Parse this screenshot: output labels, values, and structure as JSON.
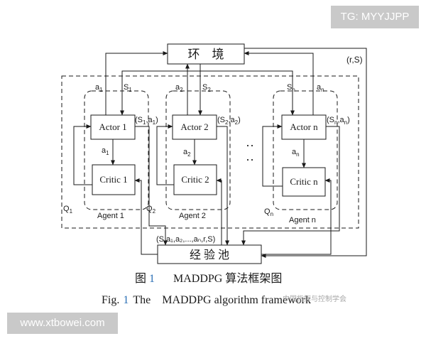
{
  "environment": "环　境",
  "pool": "经 验 池",
  "outer_label": "(r,S)",
  "agents": [
    {
      "actor": "Actor 1",
      "critic": "Critic 1",
      "a_top": "a",
      "a_top_sub": "1",
      "s_top": "S",
      "s_top_sub": "1",
      "pair_a": "(S",
      "pair_s_sub": "1",
      "pair_mid": ",a",
      "pair_a_sub": "1",
      "pair_end": ")",
      "a_mid": "a",
      "a_mid_sub": "1",
      "q": "Q",
      "q_sub": "1",
      "agent": "Agent 1"
    },
    {
      "actor": "Actor 2",
      "critic": "Critic 2",
      "a_top": "a",
      "a_top_sub": "2",
      "s_top": "S",
      "s_top_sub": "2",
      "pair_a": "(S",
      "pair_s_sub": "2",
      "pair_mid": ",a",
      "pair_a_sub": "2",
      "pair_end": ")",
      "a_mid": "a",
      "a_mid_sub": "2",
      "q": "Q",
      "q_sub": "2",
      "agent": "Agent 2"
    },
    {
      "actor": "Actor n",
      "critic": "Critic n",
      "a_top": "a",
      "a_top_sub": "n",
      "s_top": "S",
      "s_top_sub": "n",
      "pair_a": "(S",
      "pair_s_sub": "n",
      "pair_mid": ",a",
      "pair_a_sub": "n",
      "pair_end": ")",
      "a_mid": "a",
      "a_mid_sub": "n",
      "q": "Q",
      "q_sub": "n",
      "agent": "Agent n"
    }
  ],
  "dots": "··",
  "tuple": "(S,a₁,a₂,...,aₙ,r,S)",
  "caption_cn_prefix": "图",
  "caption_cn_num": "1",
  "caption_cn_text": "MADDPG 算法框架图",
  "caption_en_prefix": "Fig.",
  "caption_en_num": "1",
  "caption_en_text": "The　MADDPG algorithm framework",
  "watermark_tg": "TG: MYYJJPP",
  "watermark_url": "www.xtbowei.com",
  "watermark_soc": "中国指挥与控制学会",
  "colors": {
    "stroke": "#1a1a1a",
    "fig_num": "#2a6fb5",
    "watermark_bg": "#c9c9c9"
  }
}
